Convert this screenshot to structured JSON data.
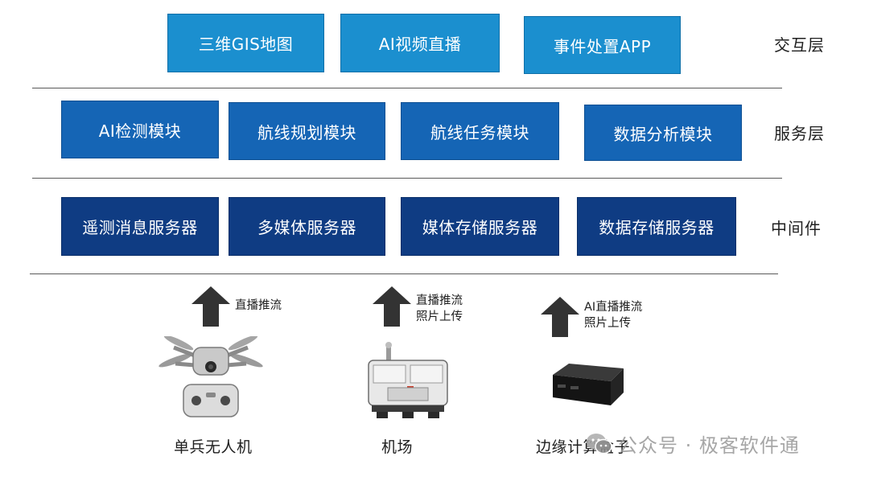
{
  "layers": {
    "interaction": {
      "label": "交互层",
      "modules": [
        "三维GIS地图",
        "AI视频直播",
        "事件处置APP"
      ]
    },
    "service": {
      "label": "服务层",
      "modules": [
        "AI检测模块",
        "航线规划模块",
        "航线任务模块",
        "数据分析模块"
      ]
    },
    "middleware": {
      "label": "中间件",
      "modules": [
        "遥测消息服务器",
        "多媒体服务器",
        "媒体存储服务器",
        "数据存储服务器"
      ]
    }
  },
  "devices": [
    {
      "name": "单兵无人机",
      "icon": "drone-with-controller",
      "stream": [
        "直播推流"
      ]
    },
    {
      "name": "机场",
      "icon": "drone-dock-station",
      "stream": [
        "直播推流",
        "照片上传"
      ]
    },
    {
      "name": "边缘计算盒子",
      "icon": "edge-computing-box",
      "stream": [
        "AI直播推流",
        "照片上传"
      ]
    }
  ],
  "watermark": {
    "text": "公众号 · 极客软件通",
    "icon": "wechat-icon"
  },
  "colors": {
    "interaction": "#1b8fcf",
    "service": "#1565b5",
    "middleware": "#0f3c83",
    "arrow": "#333333"
  }
}
